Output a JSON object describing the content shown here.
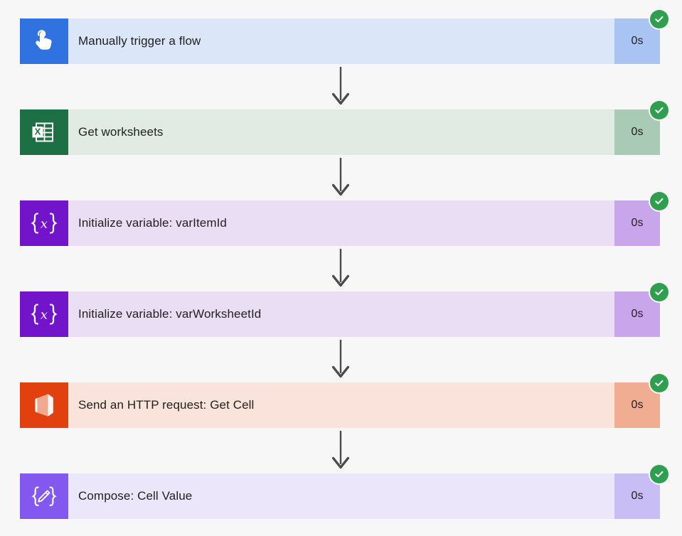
{
  "background_color": "#f7f7f7",
  "status_badge": {
    "icon": "check-circle-icon",
    "color": "#2e9e4f",
    "label": "Succeeded"
  },
  "connector": {
    "icon": "down-arrow-icon",
    "color": "#4b4b4b"
  },
  "steps": [
    {
      "title": "Manually trigger a flow",
      "duration": "0s",
      "status": "succeeded",
      "icon": "tap-hand-icon",
      "icon_bg": "#2f72e0",
      "body_bg": "#dce6f9",
      "duration_bg": "#a9c4f2"
    },
    {
      "title": "Get worksheets",
      "duration": "0s",
      "status": "succeeded",
      "icon": "excel-icon",
      "icon_bg": "#1d7044",
      "body_bg": "#e1ebe4",
      "duration_bg": "#a9cbb6"
    },
    {
      "title": "Initialize variable: varItemId",
      "duration": "0s",
      "status": "succeeded",
      "icon": "variable-braces-icon",
      "icon_bg": "#7214c9",
      "body_bg": "#eadef5",
      "duration_bg": "#c9a6ec"
    },
    {
      "title": "Initialize variable: varWorksheetId",
      "duration": "0s",
      "status": "succeeded",
      "icon": "variable-braces-icon",
      "icon_bg": "#7214c9",
      "body_bg": "#eadef5",
      "duration_bg": "#c9a6ec"
    },
    {
      "title": "Send an HTTP request: Get Cell",
      "duration": "0s",
      "status": "succeeded",
      "icon": "office365-icon",
      "icon_bg": "#e3400f",
      "body_bg": "#fae3da",
      "duration_bg": "#f0ad92"
    },
    {
      "title": "Compose: Cell Value",
      "duration": "0s",
      "status": "succeeded",
      "icon": "compose-pencil-icon",
      "icon_bg": "#8258f0",
      "body_bg": "#ece6fb",
      "duration_bg": "#c9bdf5"
    }
  ]
}
